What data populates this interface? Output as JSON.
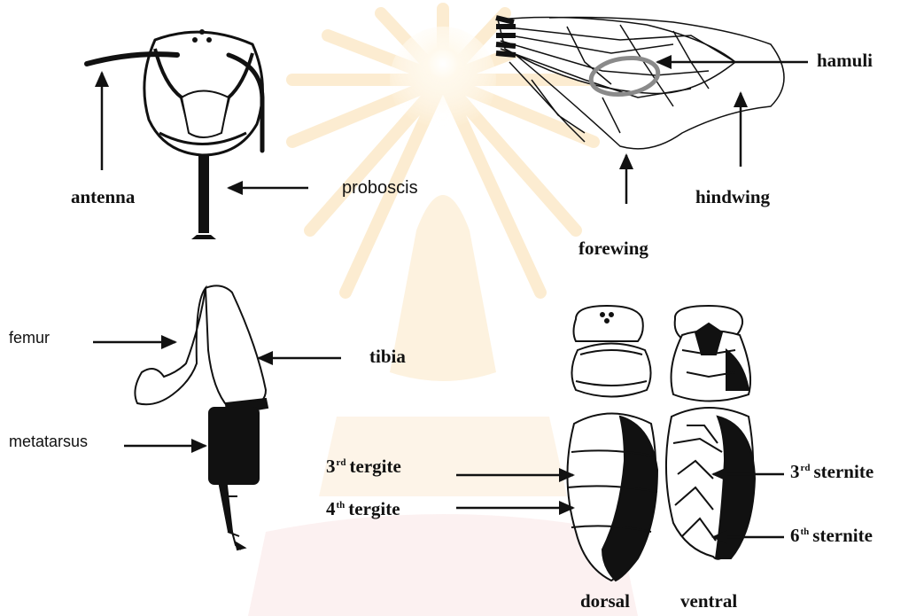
{
  "colors": {
    "ink": "#111111",
    "watermark": "#f6c36a",
    "hamuli_ring": "#8a8a8a"
  },
  "labels": {
    "antenna": "antenna",
    "proboscis": "proboscis",
    "hamuli": "hamuli",
    "hindwing": "hindwing",
    "forewing": "forewing",
    "femur": "femur",
    "tibia": "tibia",
    "metatarsus": "metatarsus",
    "tergite3": {
      "num": "3",
      "sup": "rd",
      "text": "tergite"
    },
    "tergite4": {
      "num": "4",
      "sup": "th",
      "text": "tergite"
    },
    "sternite3": {
      "num": "3",
      "sup": "rd",
      "text": "sternite"
    },
    "sternite6": {
      "num": "6",
      "sup": "th",
      "text": "sternite"
    },
    "dorsal": "dorsal",
    "ventral": "ventral"
  },
  "icons": {
    "head": "insect-head-icon",
    "wings": "insect-wings-icon",
    "leg": "insect-leg-icon",
    "body_dorsal": "insect-body-dorsal-icon",
    "body_ventral": "insect-body-ventral-icon",
    "watermark": "watermark-emblem-icon"
  }
}
